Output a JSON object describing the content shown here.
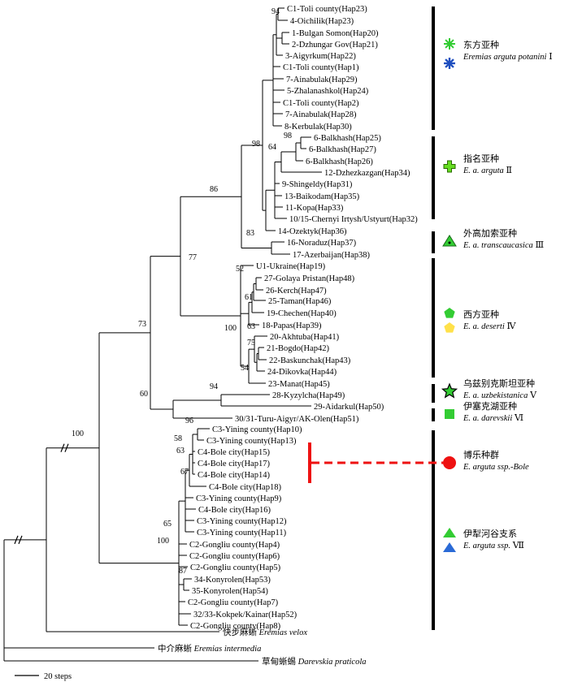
{
  "scale_label": "20 steps",
  "haplotypes": [
    "C1-Toli county(Hap23)",
    "4-Oichilik(Hap23)",
    "1-Bulgan Somon(Hap20)",
    "2-Dzhungar Gov(Hap21)",
    "3-Aigyrkum(Hap22)",
    "C1-Toli county(Hap1)",
    "7-Ainabulak(Hap29)",
    "5-Zhalanashkol(Hap24)",
    "C1-Toli county(Hap2)",
    "7-Ainabulak(Hap28)",
    "8-Kerbulak(Hap30)",
    "6-Balkhash(Hap25)",
    "6-Balkhash(Hap27)",
    "6-Balkhash(Hap26)",
    "12-Dzhezkazgan(Hap34)",
    "9-Shingeldy(Hap31)",
    "13-Baikodam(Hap35)",
    "11-Kopa(Hap33)",
    "10/15-Chernyi Irtysh/Ustyurt(Hap32)",
    "14-Ozektyk(Hap36)",
    "16-Noraduz(Hap37)",
    "17-Azerbaijan(Hap38)",
    "U1-Ukraine(Hap19)",
    "27-Golaya Pristan(Hap48)",
    "26-Kerch(Hap47)",
    "25-Taman(Hap46)",
    "19-Chechen(Hap40)",
    "18-Papas(Hap39)",
    "20-Akhtuba(Hap41)",
    "21-Bogdo(Hap42)",
    "22-Baskunchak(Hap43)",
    "24-Dikovka(Hap44)",
    "23-Manat(Hap45)",
    "28-Kyzylcha(Hap49)",
    "29-Aidarkul(Hap50)",
    "30/31-Turu-Aigyr/AK-Olen(Hap51)",
    "C3-Yining county(Hap10)",
    "C3-Yining county(Hap13)",
    "C4-Bole city(Hap15)",
    "C4-Bole city(Hap17)",
    "C4-Bole city(Hap14)",
    "C4-Bole city(Hap18)",
    "C3-Yining county(Hap9)",
    "C4-Bole city(Hap16)",
    "C3-Yining county(Hap12)",
    "C3-Yining county(Hap11)",
    "C2-Gongliu county(Hap4)",
    "C2-Gongliu county(Hap6)",
    "C2-Gongliu county(Hap5)",
    "34-Konyrolen(Hap53)",
    "35-Konyrolen(Hap54)",
    "C2-Gongliu county(Hap7)",
    "32/33-Kokpek/Kainar(Hap52)",
    "C2-Gongliu county(Hap8)"
  ],
  "outgroups": [
    {
      "cn": "快步麻蜥",
      "latin": "Eremias velox"
    },
    {
      "cn": "中介麻蜥",
      "latin": "Eremias intermedia"
    },
    {
      "cn": "草甸蜥蜴",
      "latin": "Darevskia praticola"
    }
  ],
  "bootstrap": [
    "94",
    "98",
    "86",
    "64",
    "98",
    "83",
    "77",
    "73",
    "52",
    "61",
    "100",
    "63",
    "75",
    "54",
    "94",
    "60",
    "100",
    "96",
    "58",
    "63",
    "67",
    "65",
    "100",
    "87"
  ],
  "clades": [
    {
      "cn": "东方亚种",
      "en": "Eremias arguta potanini",
      "roman": "Ⅰ",
      "symbol": "green-sun-and-blue-asterisk",
      "color": "#2e8b2e"
    },
    {
      "cn": "指名亚种",
      "en": "E. a. arguta",
      "roman": "Ⅱ",
      "symbol": "green-cross",
      "color": "#33cc33"
    },
    {
      "cn": "外高加索亚种",
      "en": "E. a. transcaucasica",
      "roman": "Ⅲ",
      "symbol": "green-triangle-with-dot",
      "color": "#33cc33"
    },
    {
      "cn": "西方亚种",
      "en": "E. a. deserti",
      "roman": "Ⅳ",
      "symbol": "green-pentagon-and-yellow-pentagon",
      "color": "#33cc33"
    },
    {
      "cn": "乌兹别克斯坦亚种",
      "en": "E. a. uzbekistanica",
      "roman": "Ⅴ",
      "symbol": "green-star",
      "color": "#33cc33"
    },
    {
      "cn": "伊塞克湖亚种",
      "en": "E. a. darevskii",
      "roman": "Ⅵ",
      "symbol": "green-square",
      "color": "#33cc33"
    },
    {
      "cn": "博乐种群",
      "en": "E. arguta ssp.-Bole",
      "roman": "",
      "symbol": "red-circle",
      "color": "#ee1111"
    },
    {
      "cn": "伊犁河谷支系",
      "en": "E. arguta ssp.",
      "roman": "Ⅶ",
      "symbol": "green-triangle-and-blue-triangle",
      "color": "#33cc33"
    }
  ]
}
